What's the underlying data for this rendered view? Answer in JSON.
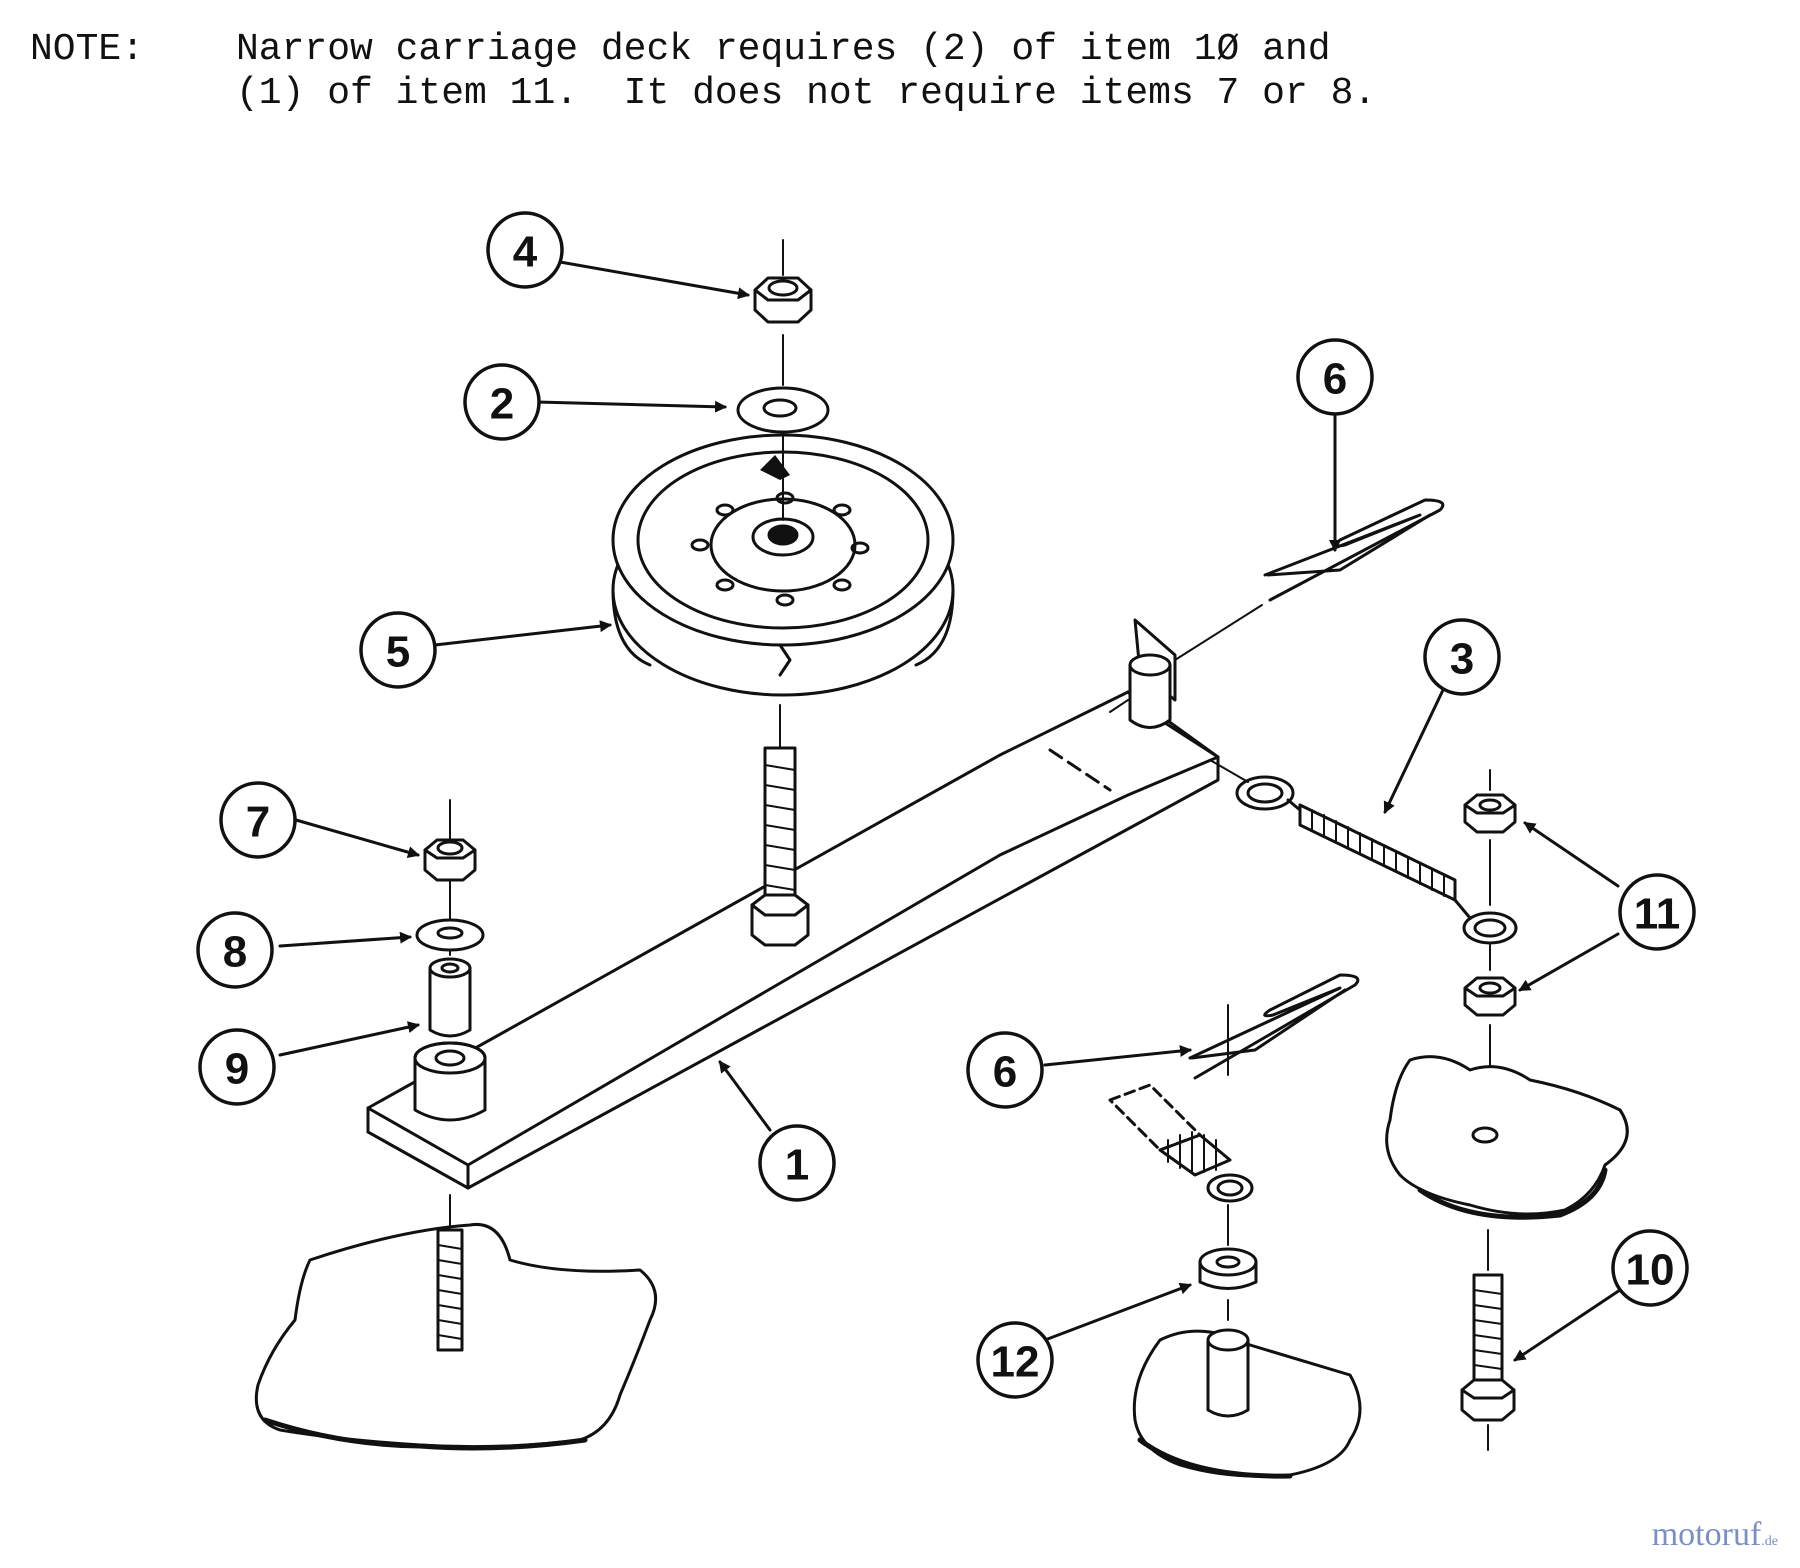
{
  "note": {
    "label": "NOTE:",
    "line1": "Narrow carriage deck requires (2) of item 1Ø and",
    "line2": "(1) of item 11.  It does not require items 7 or 8."
  },
  "callouts": {
    "c1": "1",
    "c2": "2",
    "c3": "3",
    "c4": "4",
    "c5": "5",
    "c6a": "6",
    "c6b": "6",
    "c7": "7",
    "c8": "8",
    "c9": "9",
    "c10": "10",
    "c11": "11",
    "c12": "12"
  },
  "watermark": {
    "name": "motoruf",
    "tld": ".de"
  }
}
